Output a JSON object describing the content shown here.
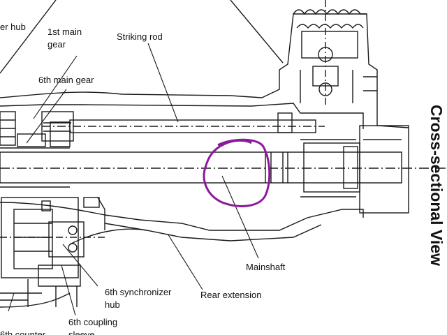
{
  "labels": {
    "synchronizer_hub_partial": "er hub",
    "first_main_gear_line1": "1st main",
    "first_main_gear_line2": "gear",
    "striking_rod": "Striking rod",
    "sixth_main_gear": "6th main gear",
    "mainshaft": "Mainshaft",
    "rear_extension": "Rear extension",
    "sixth_synchronizer_hub_line1": "6th synchronizer",
    "sixth_synchronizer_hub_line2": "hub",
    "sixth_coupling_sleeve_line1": "6th coupling",
    "sixth_coupling_sleeve_line2": "sleeve",
    "sixth_counter_partial": "6th counter"
  },
  "side_title": "Cross-sectional View",
  "colors": {
    "line_art": "#1a1a1a",
    "annotation_circle": "#8b1a9a",
    "background": "#ffffff"
  }
}
